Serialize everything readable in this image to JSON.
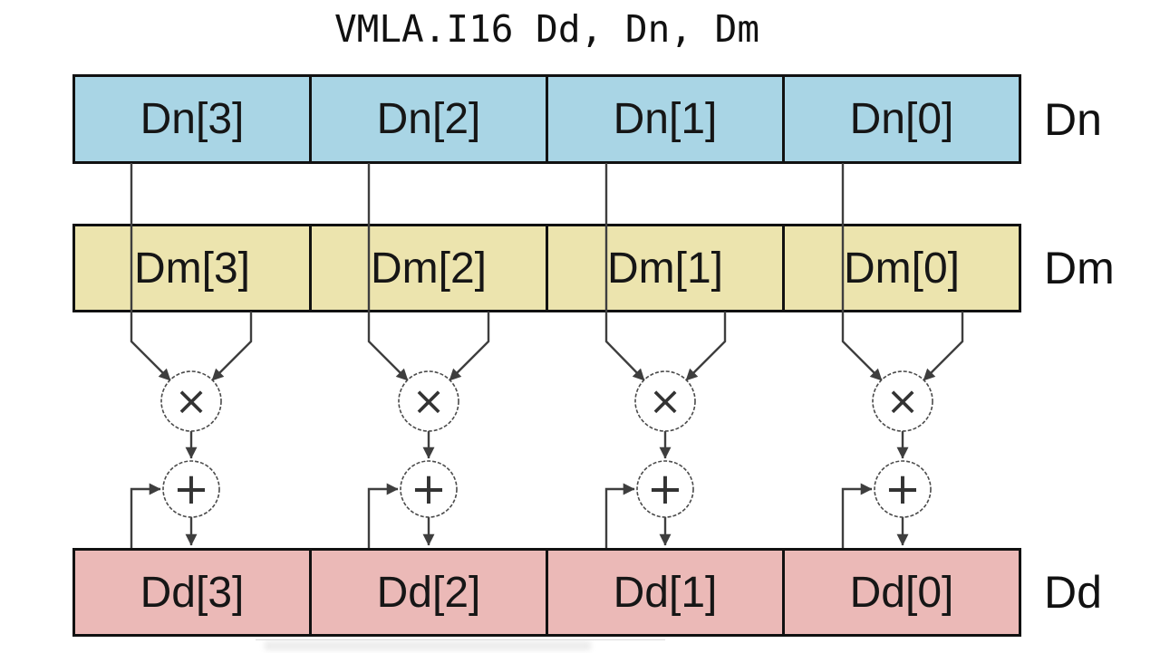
{
  "title": "VMLA.I16 Dd, Dn, Dm",
  "registers": {
    "dn": {
      "name": "Dn",
      "fill": "#a9d5e5",
      "cells": [
        "Dn[3]",
        "Dn[2]",
        "Dn[1]",
        "Dn[0]"
      ]
    },
    "dm": {
      "name": "Dm",
      "fill": "#ece4ae",
      "cells": [
        "Dm[3]",
        "Dm[2]",
        "Dm[1]",
        "Dm[0]"
      ]
    },
    "dd": {
      "name": "Dd",
      "fill": "#ebb9b7",
      "cells": [
        "Dd[3]",
        "Dd[2]",
        "Dd[1]",
        "Dd[0]"
      ]
    }
  },
  "operators": {
    "multiply": "×",
    "add": "+"
  },
  "colors": {
    "background": "#ffffff",
    "border": "#111111",
    "connector": "#3e3e3e",
    "text": "#161616"
  }
}
